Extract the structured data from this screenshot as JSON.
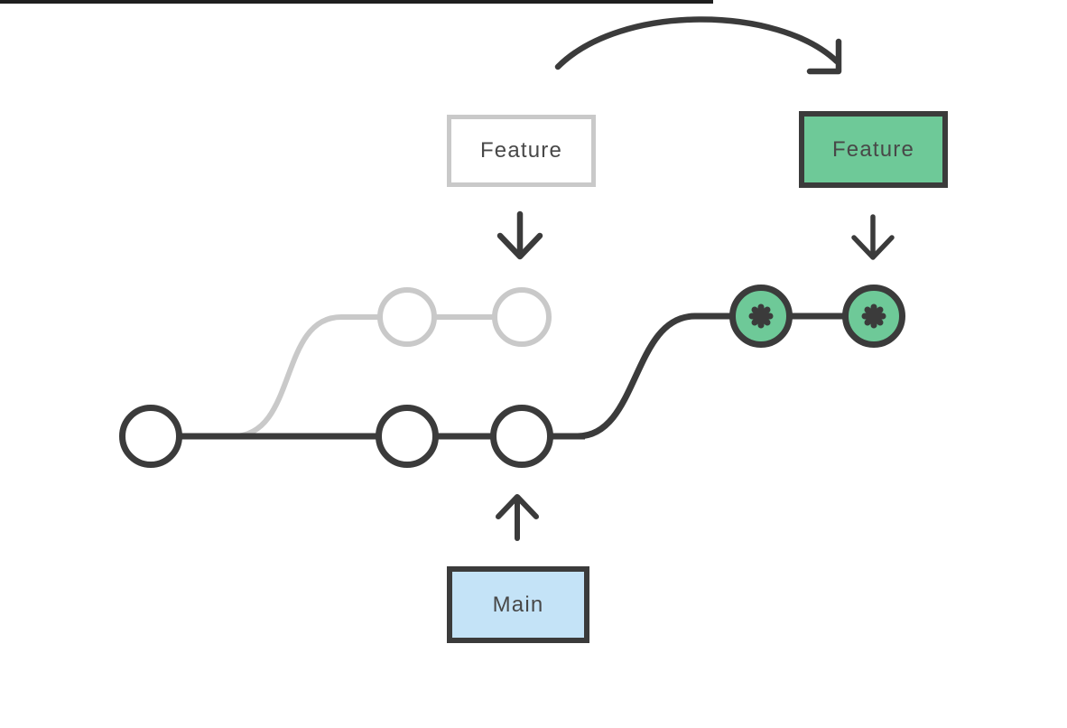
{
  "colors": {
    "stroke_dark": "#3b3b3b",
    "stroke_gray": "#c9c9c9",
    "feature_green": "#6ec998",
    "main_blue": "#c4e3f7",
    "label_text": "#484848",
    "background": "#ffffff",
    "top_bar": "#1f1f1f"
  },
  "labels": {
    "feature_before": "Feature",
    "feature_after": "Feature",
    "main": "Main"
  },
  "icons": {
    "rebased_commit_marker": "asterisk"
  }
}
